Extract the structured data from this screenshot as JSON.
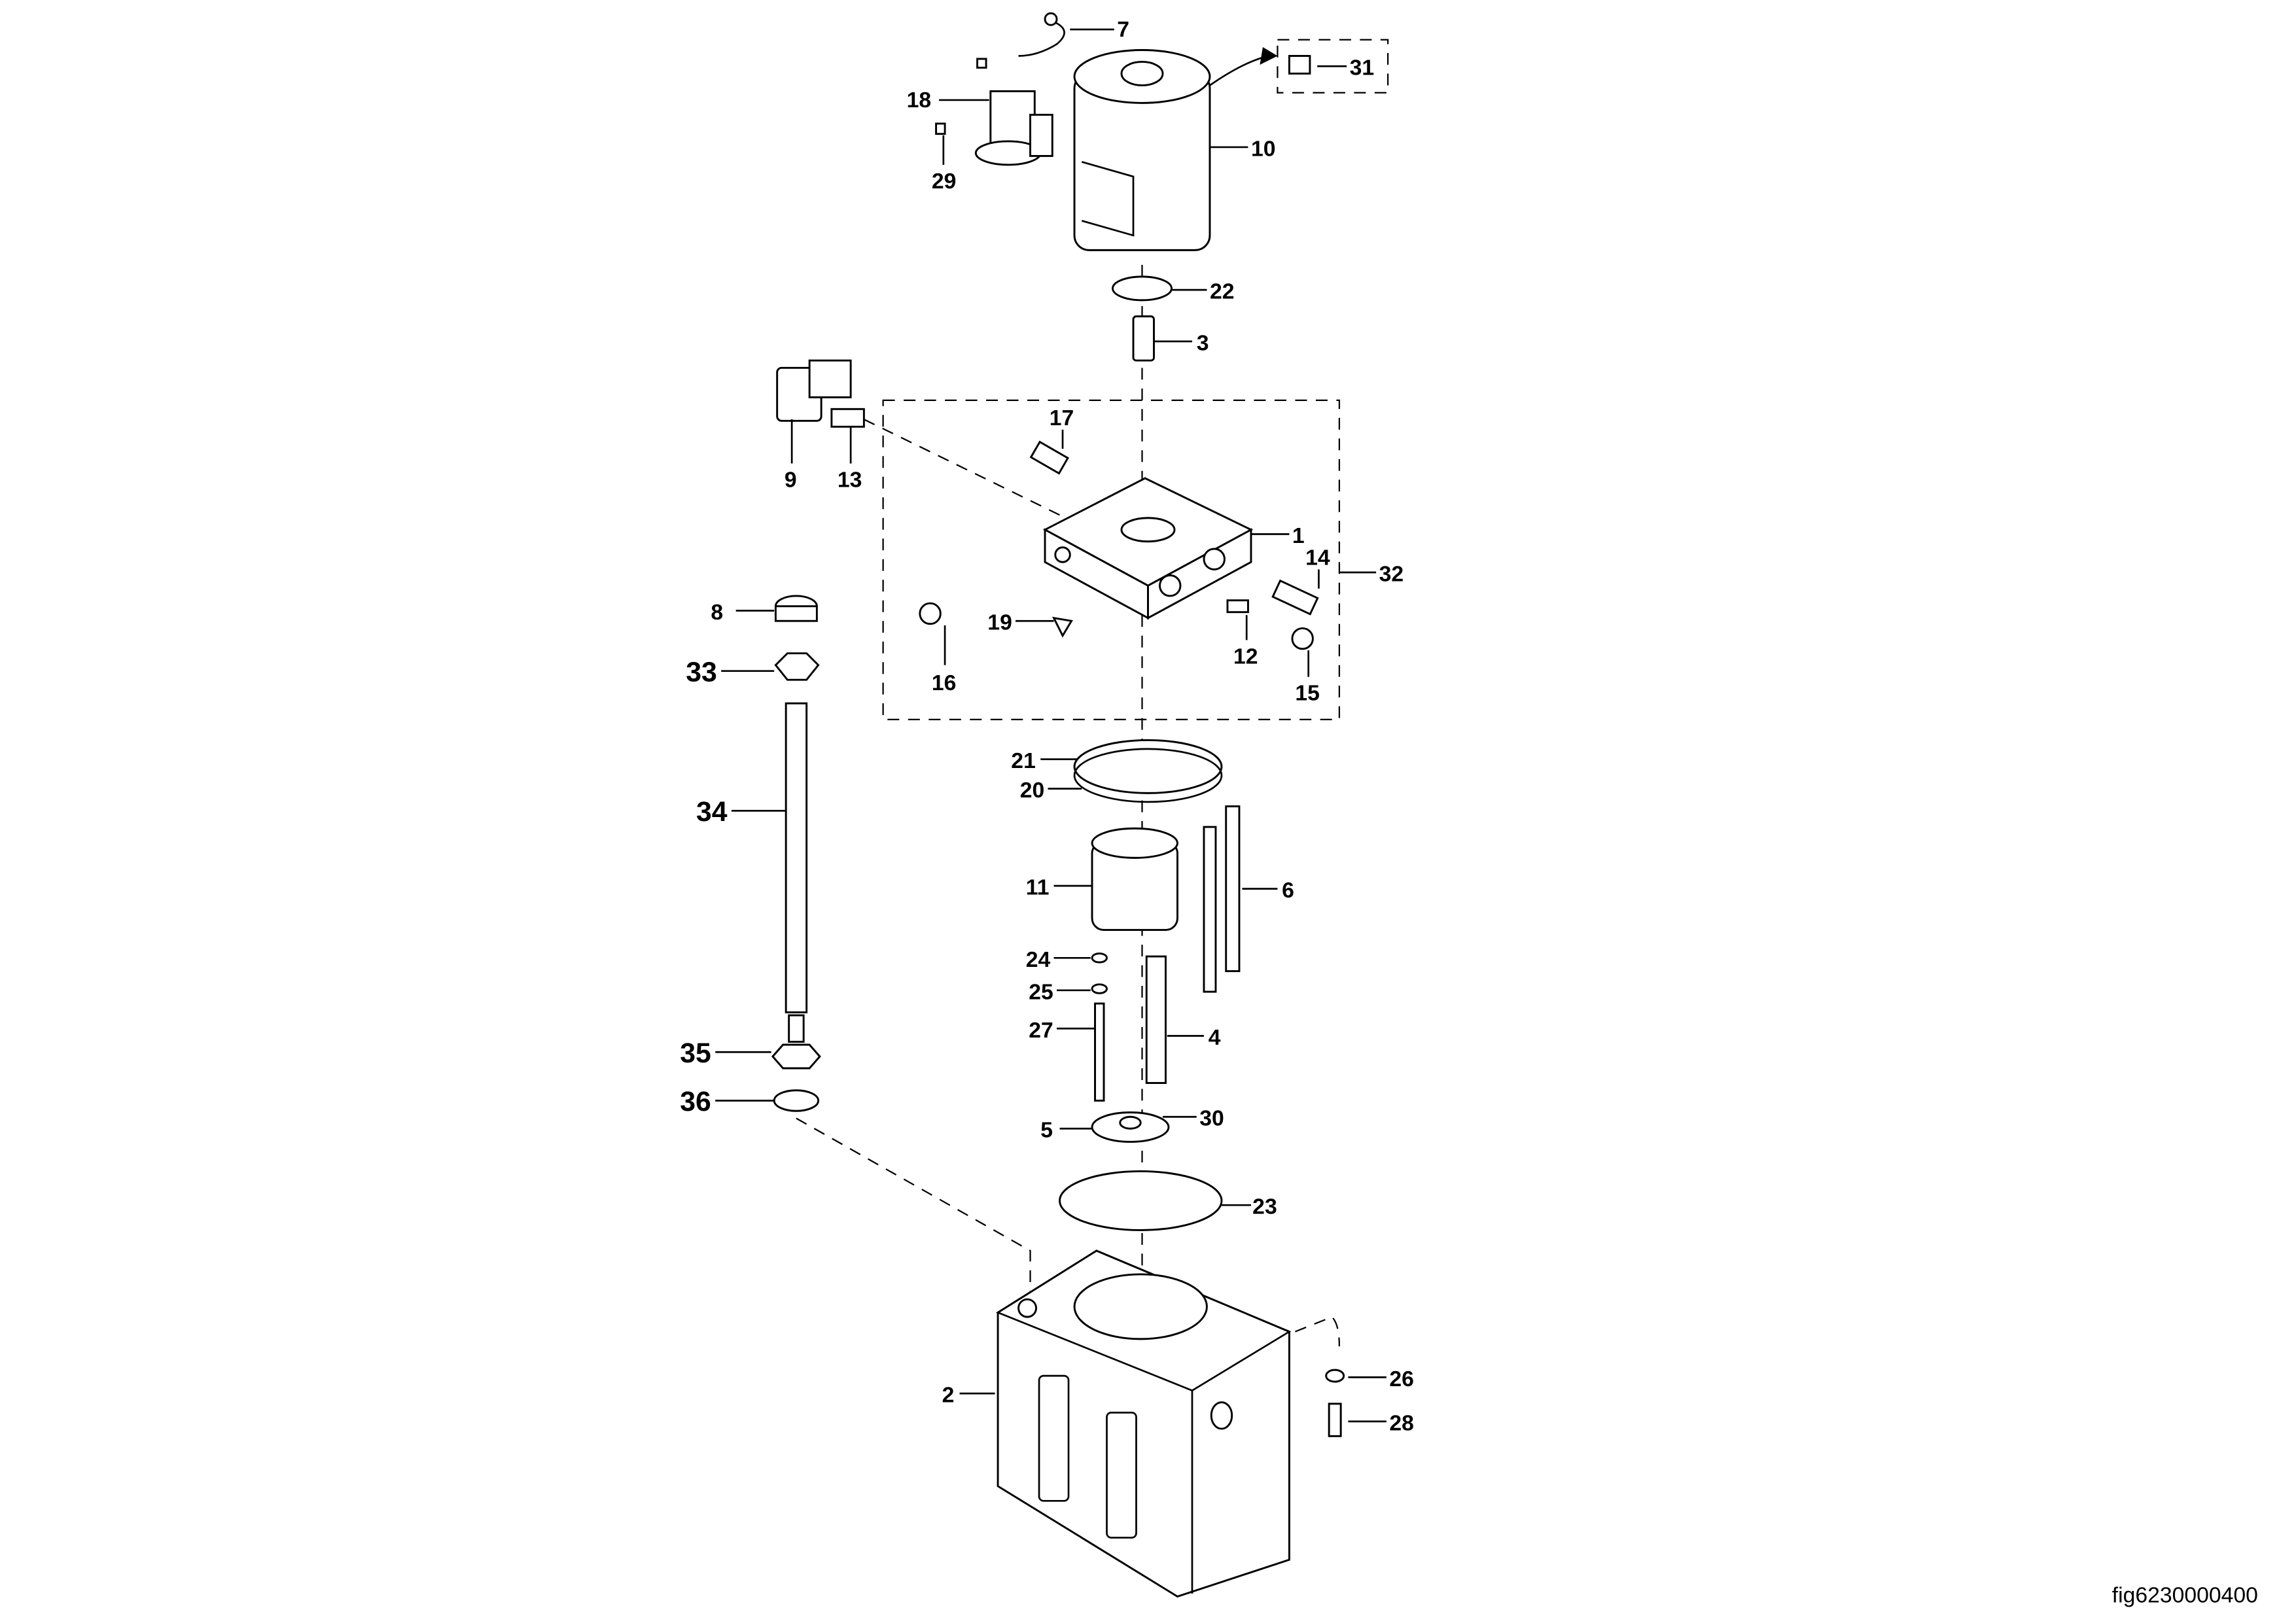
{
  "diagram": {
    "figure_id": "fig6230000400",
    "callouts": {
      "p1": "1",
      "p2": "2",
      "p3": "3",
      "p4": "4",
      "p5": "5",
      "p6": "6",
      "p7": "7",
      "p8": "8",
      "p9": "9",
      "p10": "10",
      "p11": "11",
      "p12": "12",
      "p13": "13",
      "p14": "14",
      "p15": "15",
      "p16": "16",
      "p17": "17",
      "p18": "18",
      "p19": "19",
      "p20": "20",
      "p21": "21",
      "p22": "22",
      "p23": "23",
      "p24": "24",
      "p25": "25",
      "p26": "26",
      "p27": "27",
      "p28": "28",
      "p29": "29",
      "p30": "30",
      "p31": "31",
      "p32": "32",
      "p33": "33",
      "p34": "34",
      "p35": "35",
      "p36": "36"
    }
  }
}
